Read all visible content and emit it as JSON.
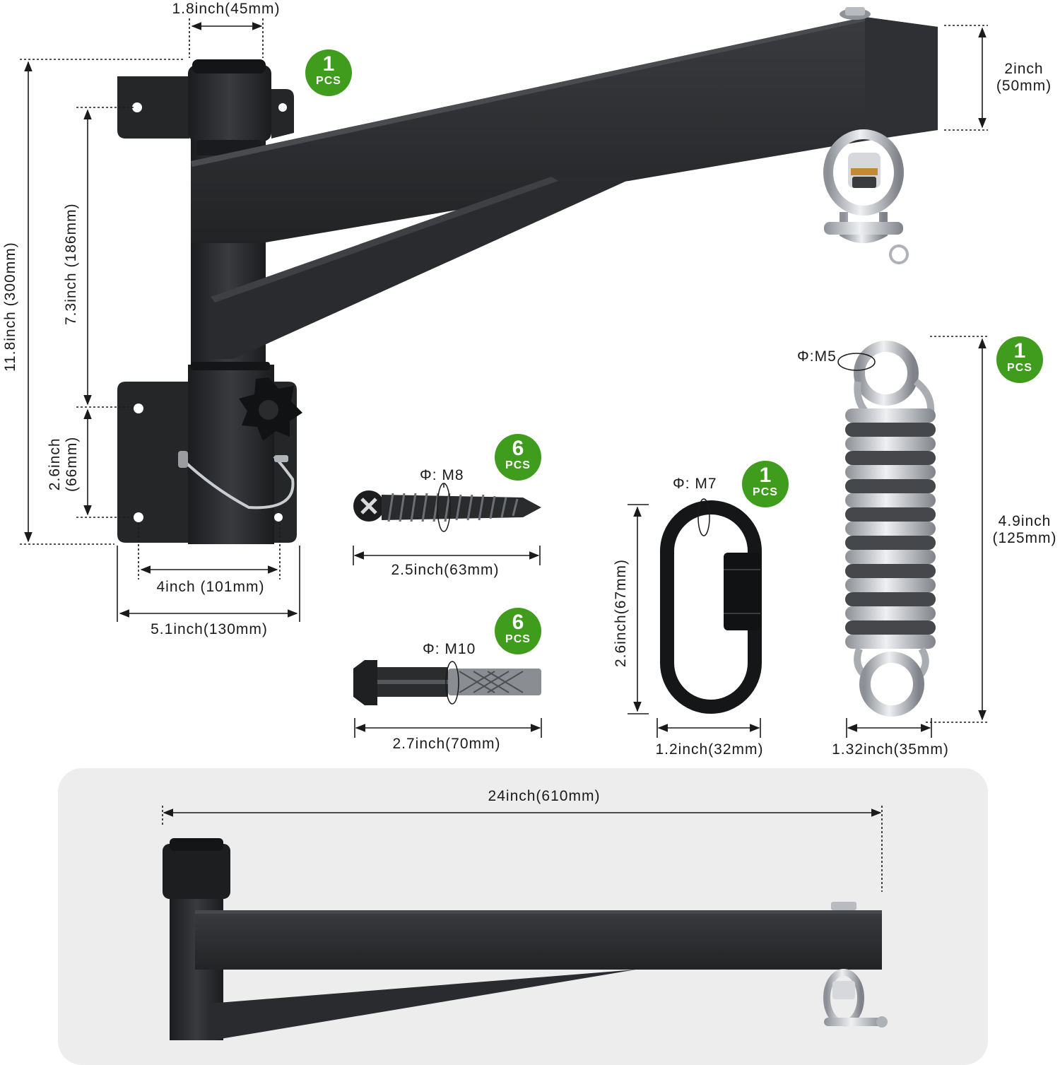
{
  "colors": {
    "steel_black": "#2b2c2f",
    "steel_dark": "#1c1d1f",
    "badge_green": "#3f9c1c",
    "chrome": "#c9ccd0",
    "panel_gray": "#ededed"
  },
  "bracket": {
    "top_tube_width": "1.8inch(45mm)",
    "beam_height_line1": "2inch",
    "beam_height_line2": "(50mm)",
    "total_height": "11.8inch (300mm)",
    "hole_spacing_upper": "7.3inch (186mm)",
    "hole_spacing_lower_line1": "2.6inch",
    "hole_spacing_lower_line2": "(66mm)",
    "plate_hole_width": "4inch (101mm)",
    "plate_width": "5.1inch(130mm)",
    "qty_number": "1",
    "qty_unit": "PCS"
  },
  "screw": {
    "diameter": "Φ: M8",
    "length": "2.5inch(63mm)",
    "qty_number": "6",
    "qty_unit": "PCS"
  },
  "anchor_bolt": {
    "diameter": "Φ: M10",
    "length": "2.7inch(70mm)",
    "qty_number": "6",
    "qty_unit": "PCS"
  },
  "quick_link": {
    "diameter": "Φ: M7",
    "height": "2.6inch(67mm)",
    "width": "1.2inch(32mm)",
    "qty_number": "1",
    "qty_unit": "PCS"
  },
  "spring": {
    "diameter": "Φ:M5",
    "height_line1": "4.9inch",
    "height_line2": "(125mm)",
    "width": "1.32inch(35mm)",
    "qty_number": "1",
    "qty_unit": "PCS"
  },
  "arm_length": {
    "length": "24inch(610mm)"
  }
}
